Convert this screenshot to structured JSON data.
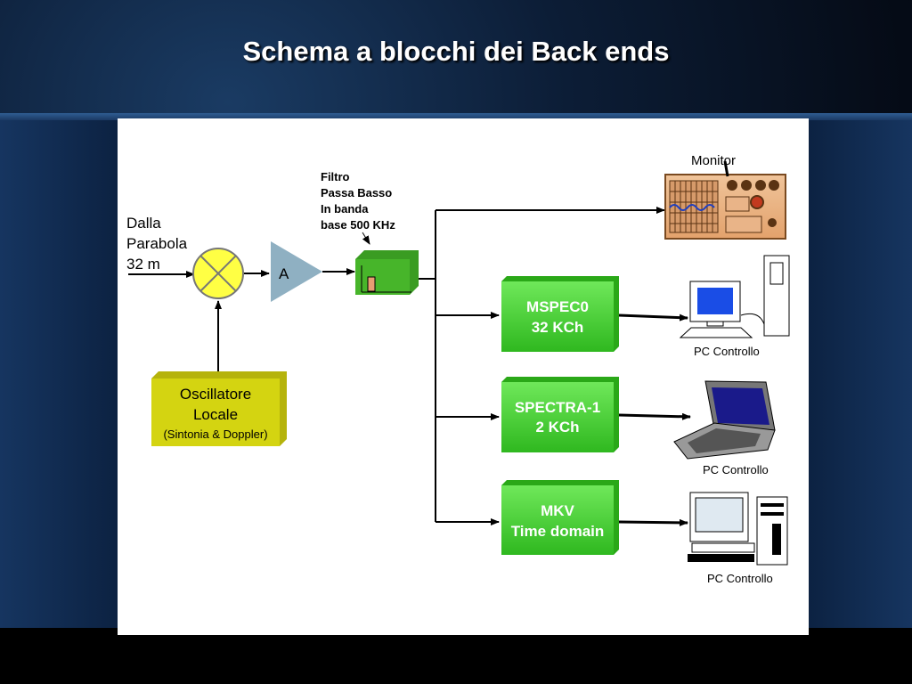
{
  "title": "Schema a blocchi dei Back ends",
  "input_label": [
    "Dalla",
    "Parabola",
    "32 m"
  ],
  "amplifier_label": "A",
  "filter_label": [
    "Filtro",
    "Passa Basso",
    "In banda",
    "base 500 KHz"
  ],
  "oscillator_label": [
    "Oscillatore",
    "Locale",
    "(Sintonia & Doppler)"
  ],
  "monitor_label": "Monitor",
  "backends": [
    {
      "line1": "MSPEC0",
      "line2": "32 KCh",
      "pc_label": "PC Controllo"
    },
    {
      "line1": "SPECTRA-1",
      "line2": "2 KCh",
      "pc_label": "PC Controllo"
    },
    {
      "line1": "MKV",
      "line2": "Time domain",
      "pc_label": "PC Controllo"
    }
  ],
  "colors": {
    "green": "#3fcf2c",
    "yellow": "#d4d411",
    "mixer": "#ffff44",
    "amp": "#8fb0c2"
  }
}
